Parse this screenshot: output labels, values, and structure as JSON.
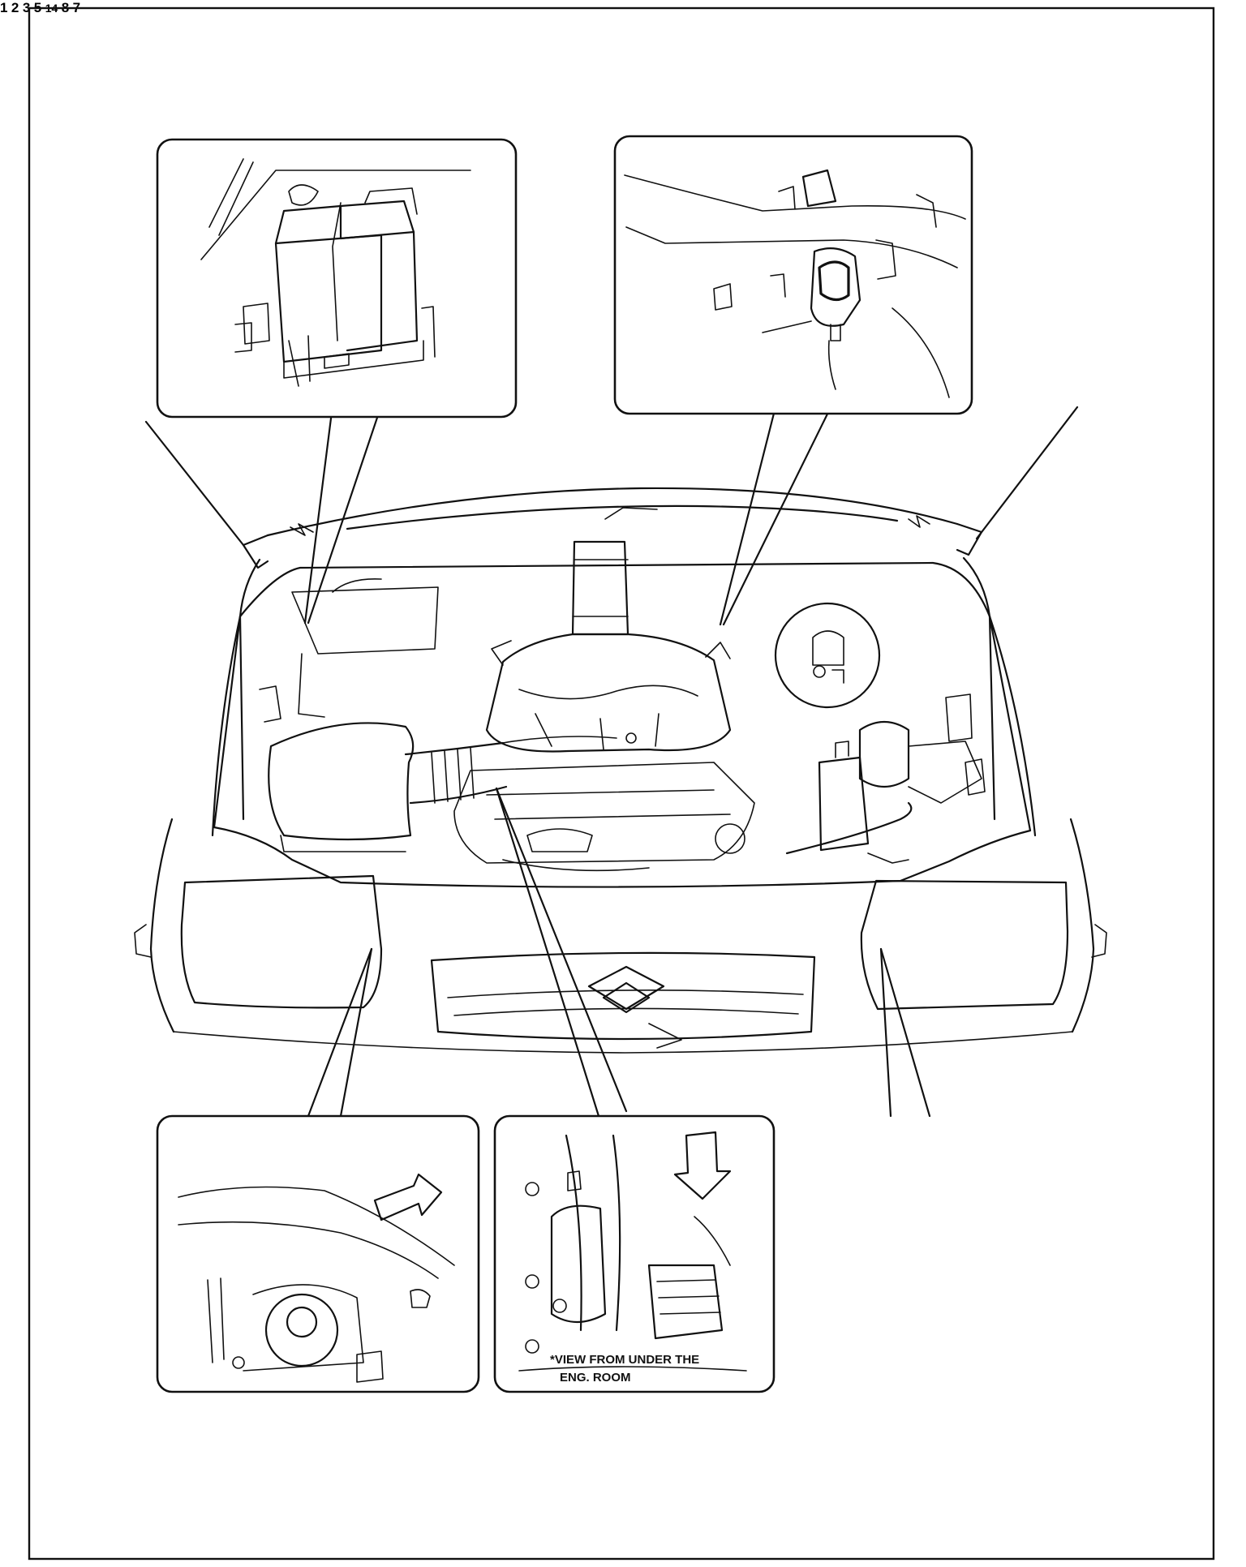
{
  "markers": [
    {
      "id": "m1",
      "label": "1"
    },
    {
      "id": "m2",
      "label": "2"
    },
    {
      "id": "m3",
      "label": "3"
    },
    {
      "id": "m5",
      "label": "5"
    },
    {
      "id": "m14",
      "label": "14"
    },
    {
      "id": "m8",
      "label": "8"
    },
    {
      "id": "m7",
      "label": "7"
    }
  ],
  "caption": {
    "line1": "*VIEW FROM UNDER THE",
    "line2": "ENG. ROOM"
  }
}
